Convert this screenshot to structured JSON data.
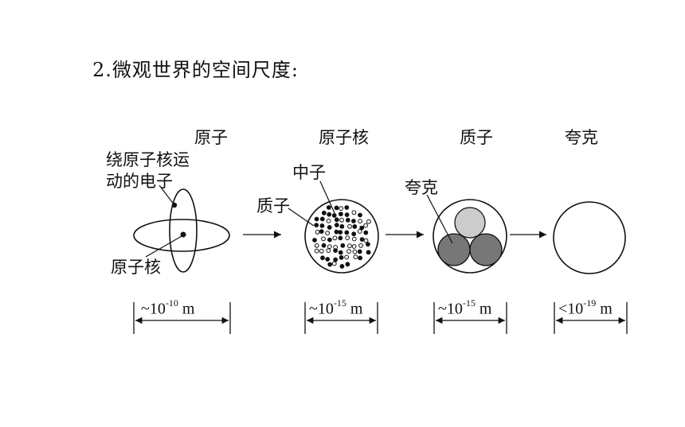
{
  "heading": "2.微观世界的空间尺度:",
  "stages": [
    {
      "title": "原子",
      "scale_prefix": "~10",
      "scale_exp": "-10",
      "scale_unit": " m"
    },
    {
      "title": "原子核",
      "scale_prefix": "~10",
      "scale_exp": "-15",
      "scale_unit": " m"
    },
    {
      "title": "质子",
      "scale_prefix": "~10",
      "scale_exp": "-15",
      "scale_unit": " m"
    },
    {
      "title": "夸克",
      "scale_prefix": "<10",
      "scale_exp": "-19",
      "scale_unit": " m"
    }
  ],
  "annotations": {
    "electron_line1": "绕原子核运",
    "electron_line2": "动的电子",
    "atom_nucleus": "原子核",
    "neutron": "中子",
    "proton": "质子",
    "quark": "夸克"
  }
}
